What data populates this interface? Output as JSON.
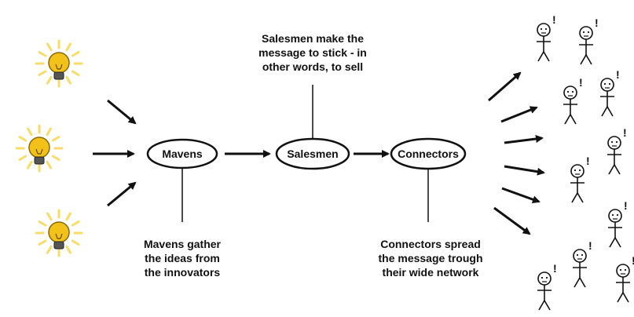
{
  "nodes": {
    "mavens": "Mavens",
    "salesmen": "Salesmen",
    "connectors": "Connectors"
  },
  "annotations": {
    "salesmen_lines": [
      "Salesmen make the",
      "message to stick - in",
      "other words, to sell"
    ],
    "mavens_lines": [
      "Mavens gather",
      "the ideas from",
      "the innovators"
    ],
    "connectors_lines": [
      "Connectors spread",
      "the message trough",
      "their wide network"
    ]
  },
  "people_mark": "!",
  "icons": {
    "idea": "lightbulb-icon",
    "person": "stick-figure-icon"
  },
  "colors": {
    "bulb": "#f2c21a",
    "glow": "#f7dc6a",
    "ink": "#111111"
  }
}
